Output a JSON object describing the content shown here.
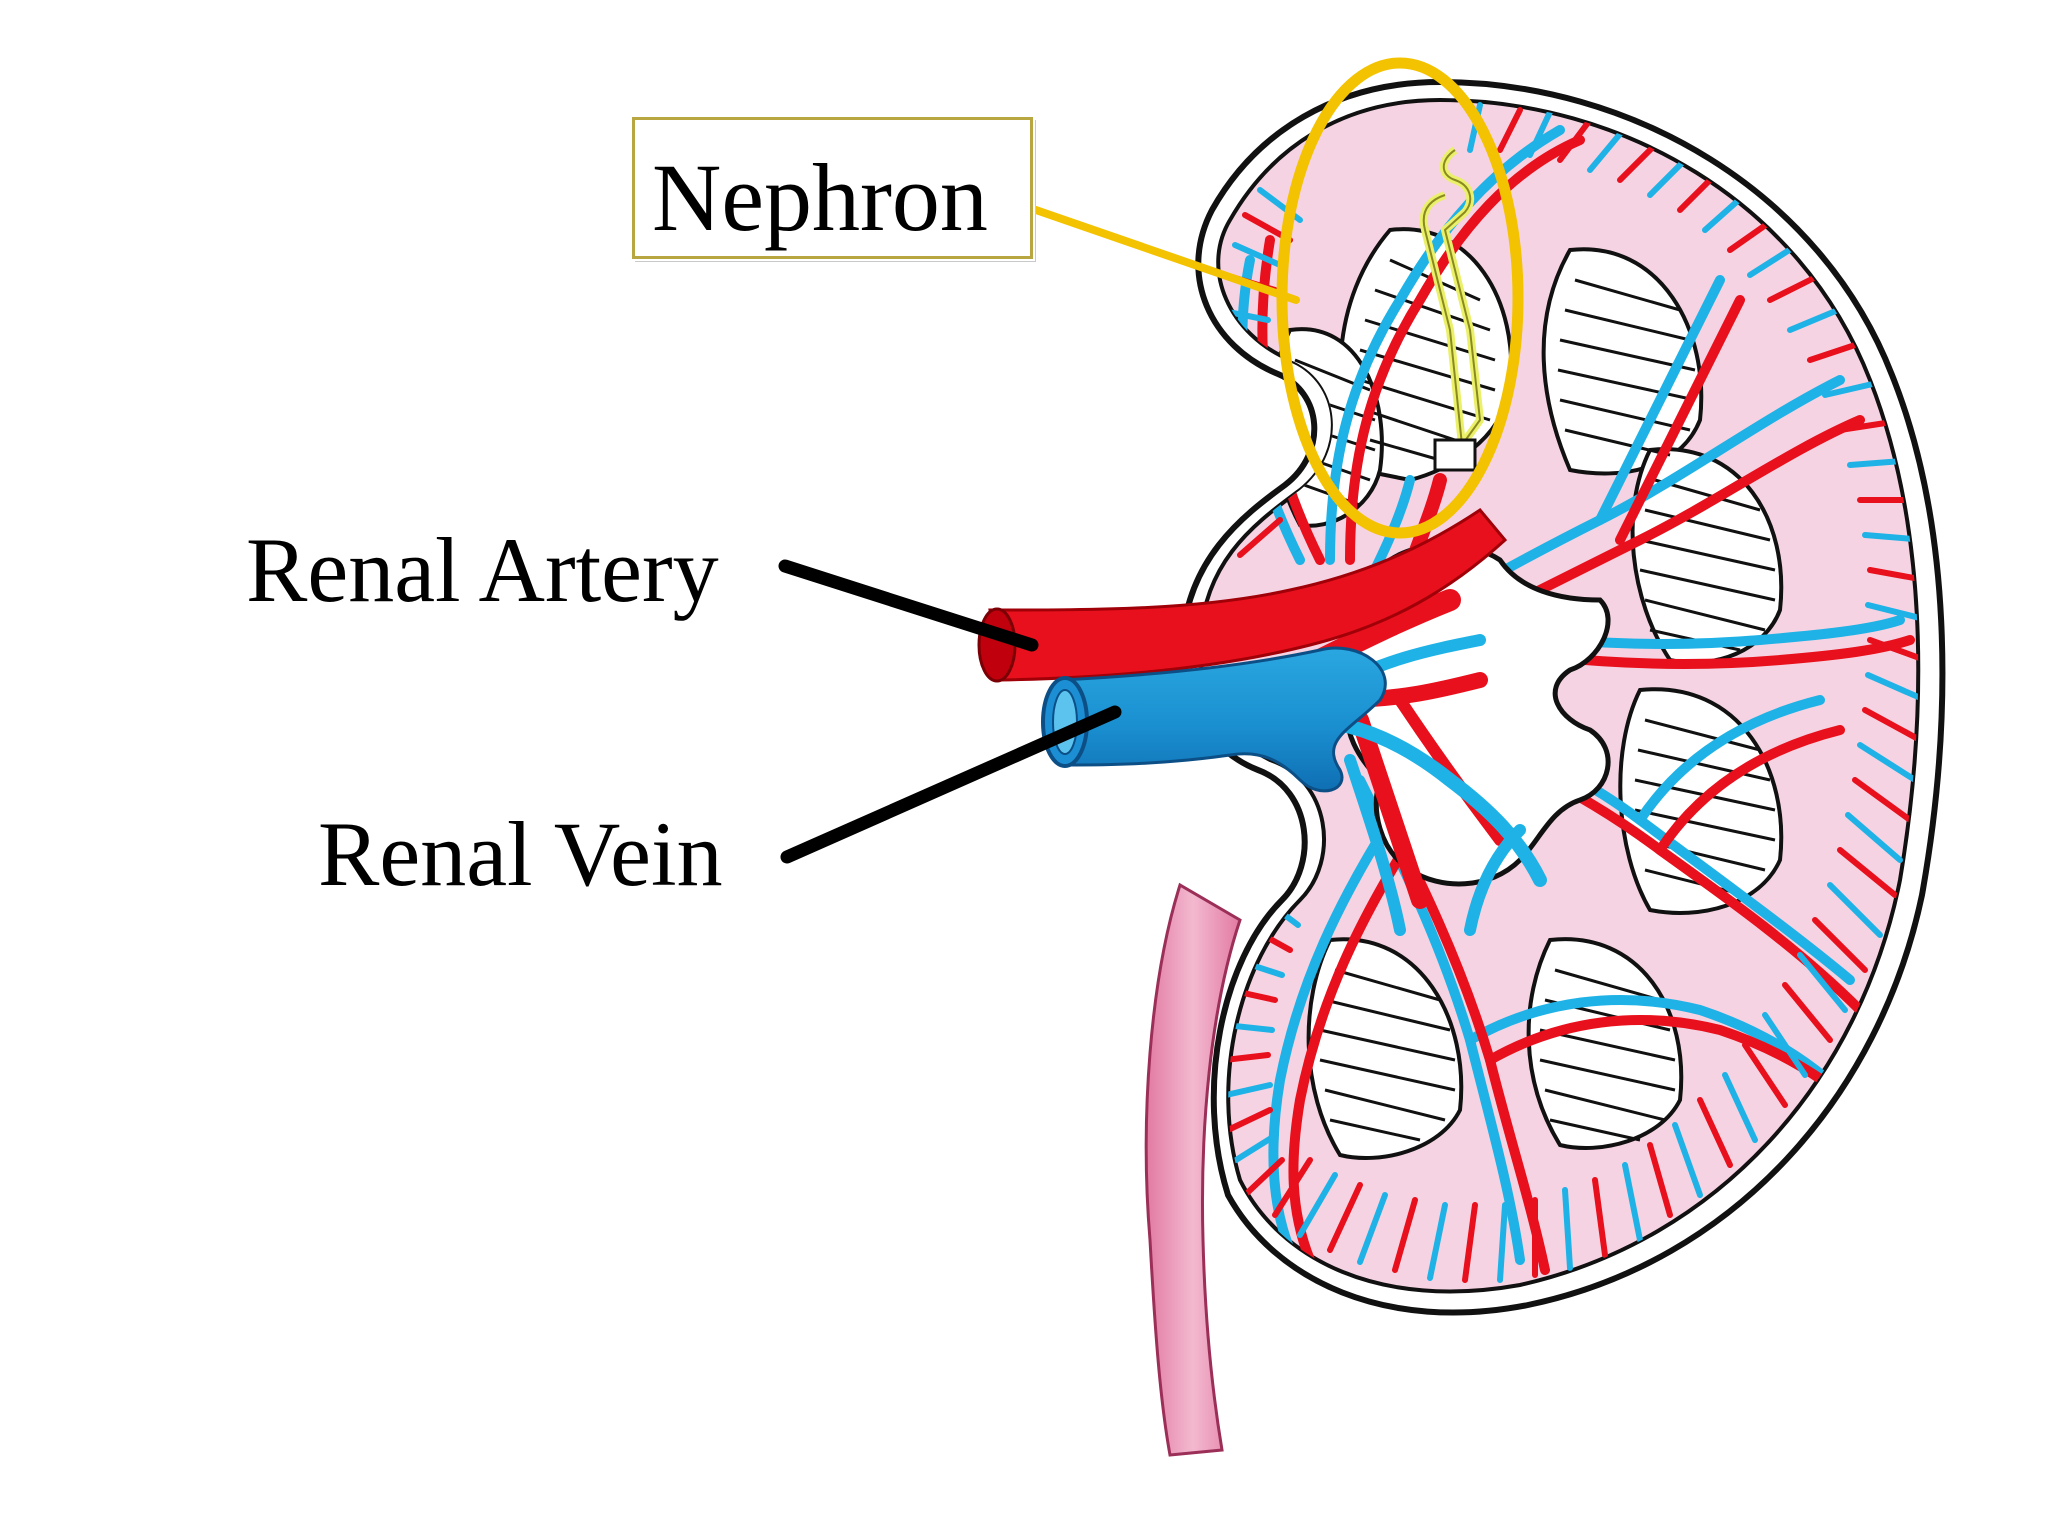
{
  "labels": {
    "nephron": "Nephron",
    "renal_artery": "Renal Artery",
    "renal_vein": "Renal Vein"
  },
  "colors": {
    "artery": "#e8101c",
    "vein": "#1fb2e6",
    "vein_dark": "#1b7fc6",
    "cortex": "#f6d3e2",
    "ureter": "#eba0bd",
    "nephron_highlight": "#f3c200",
    "nephron_tubule": "#eaf06a",
    "outline": "#111111"
  }
}
